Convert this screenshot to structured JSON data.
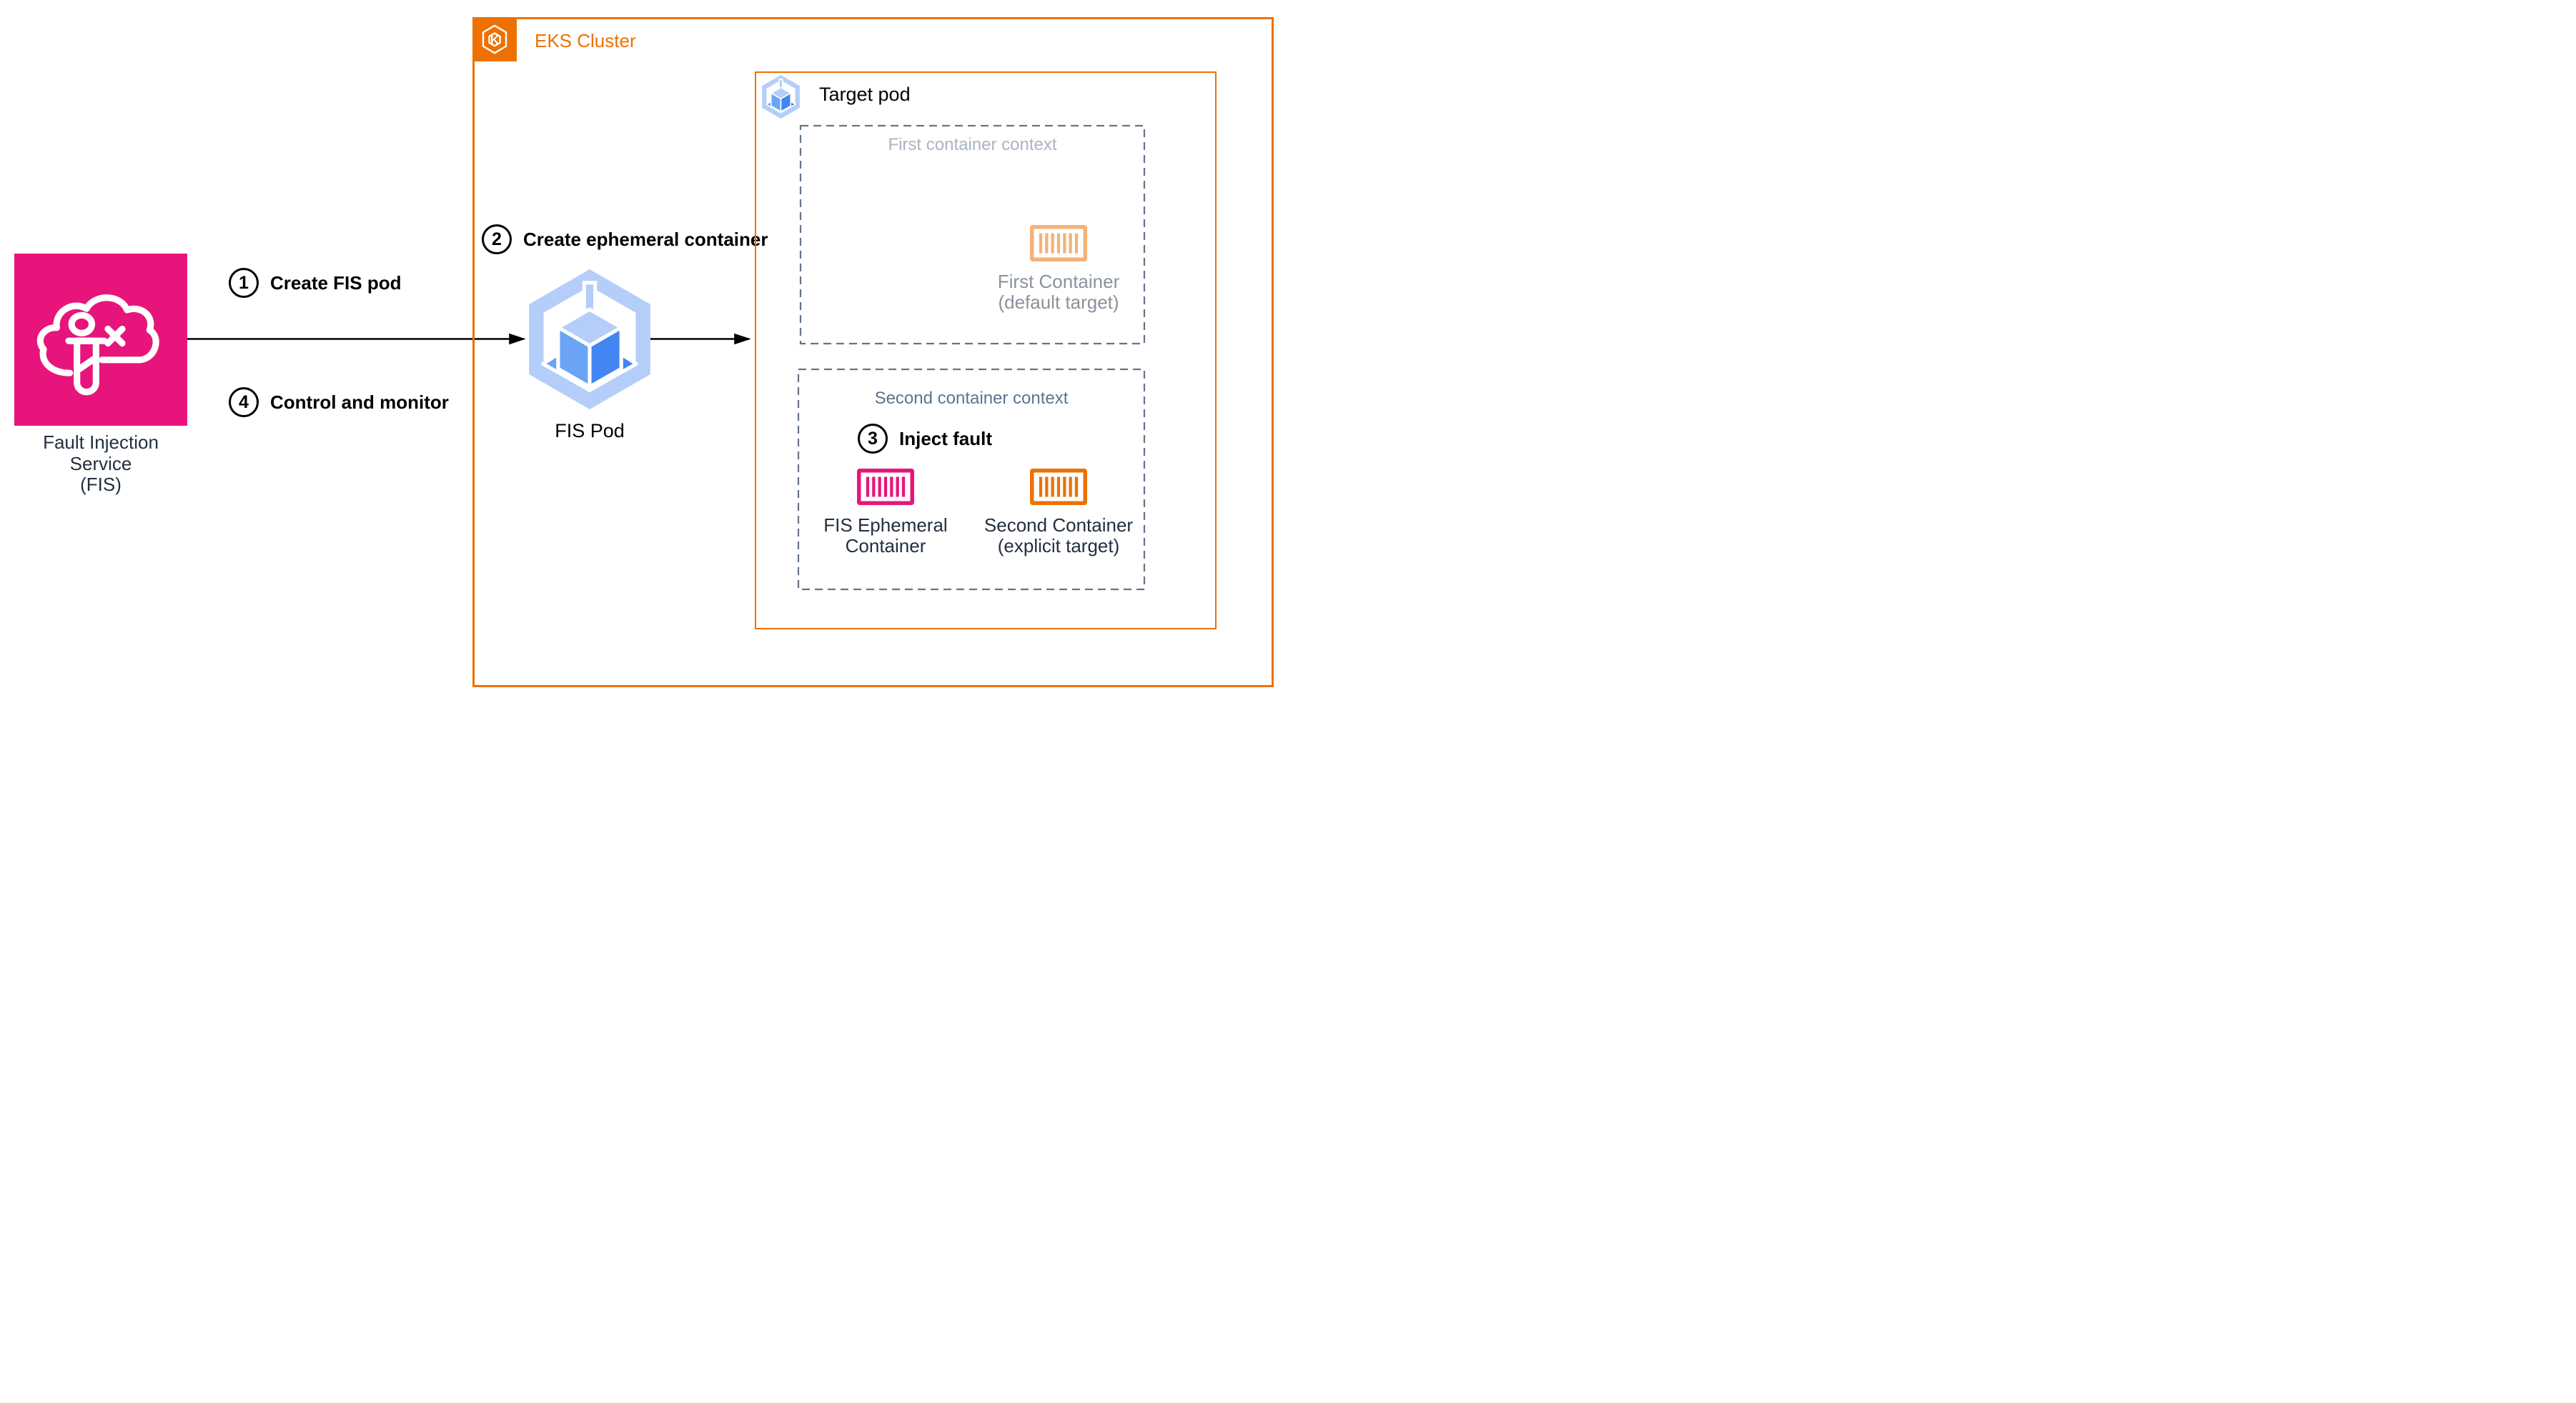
{
  "fis": {
    "label_line1": "Fault Injection",
    "label_line2": "Service",
    "label_line3": "(FIS)"
  },
  "steps": {
    "one": {
      "num": "1",
      "label": "Create FIS pod"
    },
    "two": {
      "num": "2",
      "label": "Create ephemeral container"
    },
    "three": {
      "num": "3",
      "label": "Inject fault"
    },
    "four": {
      "num": "4",
      "label": "Control and monitor"
    }
  },
  "eks": {
    "title": "EKS Cluster"
  },
  "fis_pod": {
    "label": "FIS Pod"
  },
  "target_pod": {
    "title": "Target pod"
  },
  "first_context": {
    "title": "First container context",
    "container_label_line1": "First Container",
    "container_label_line2": "(default target)"
  },
  "second_context": {
    "title": "Second container context",
    "fis_ephemeral_line1": "FIS Ephemeral",
    "fis_ephemeral_line2": "Container",
    "second_container_line1": "Second Container",
    "second_container_line2": "(explicit target)"
  },
  "icons": {
    "fis_square": "fis-cloud-flask-icon",
    "eks": "eks-kubernetes-logo-icon",
    "fis_pod": "pod-icon",
    "target_pod": "pod-icon",
    "containers": "container-stripes-icon"
  },
  "colors": {
    "fis_pink": "#E7157B",
    "aws_orange": "#ED7100",
    "light_orange": "#F4B178",
    "pod_ring_blue": "#B4CEF9",
    "pod_mid_blue": "#6BA4F5",
    "pod_dark_blue": "#4285F3",
    "dash_slate": "#64748B",
    "context1_title": "#AAB4C3",
    "context1_label": "#8A929D",
    "context2_title": "#5C7490",
    "dark_navy": "#232F3E",
    "arrow_black": "#000000"
  }
}
